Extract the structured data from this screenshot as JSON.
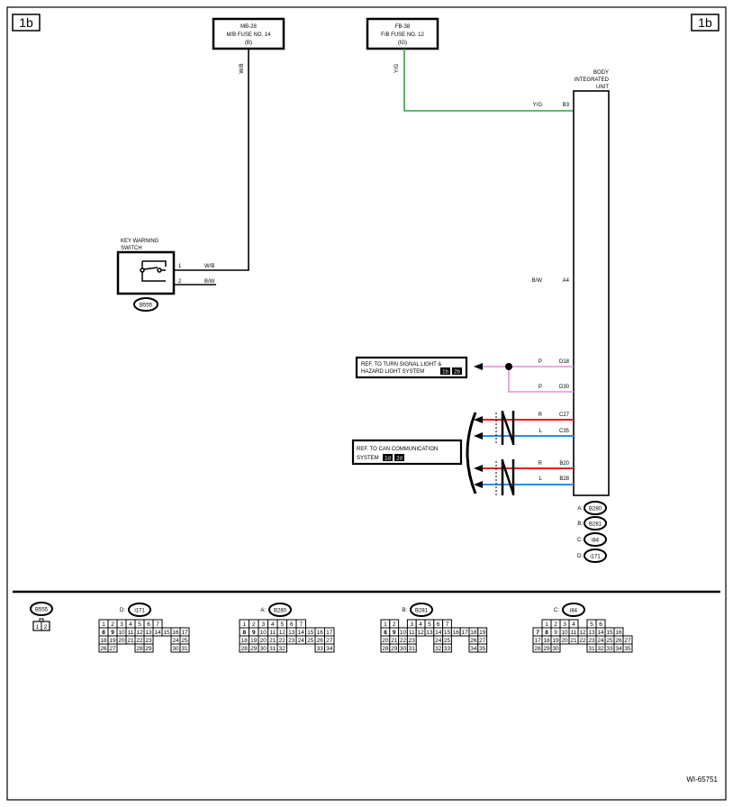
{
  "page": {
    "corner_left": "1b",
    "corner_right": "1b",
    "figure_id": "WI-65751"
  },
  "fuses": {
    "mb": {
      "line1": "MB-28",
      "line2": "M/B FUSE NO. 14",
      "line3": "(B)",
      "wire": "W/B"
    },
    "fb": {
      "line1": "FB-38",
      "line2": "F/B FUSE NO. 12",
      "line3": "(IG)",
      "wire": "Y/G"
    }
  },
  "key_switch": {
    "title_line1": "KEY WARNING",
    "title_line2": "SWITCH",
    "connector": "B555",
    "pin1": "1",
    "pin2": "2",
    "wire1": "W/B",
    "wire2": "B/W"
  },
  "biu": {
    "title_line1": "BODY",
    "title_line2": "INTEGRATED",
    "title_line3": "UNIT",
    "terminals": [
      {
        "wire": "Y/G",
        "pin": "B3"
      },
      {
        "wire": "B/W",
        "pin": "A4"
      },
      {
        "wire": "P",
        "pin": "D18"
      },
      {
        "wire": "P",
        "pin": "D30"
      },
      {
        "wire": "R",
        "pin": "C27"
      },
      {
        "wire": "L",
        "pin": "C35"
      },
      {
        "wire": "R",
        "pin": "B20"
      },
      {
        "wire": "L",
        "pin": "B28"
      }
    ],
    "connectors": [
      {
        "letter": "A:",
        "name": "B280"
      },
      {
        "letter": "B:",
        "name": "B281"
      },
      {
        "letter": "C:",
        "name": "i84"
      },
      {
        "letter": "D:",
        "name": "i171"
      }
    ]
  },
  "refs": {
    "turn_line1": "REF. TO TURN SIGNAL LIGHT &",
    "turn_line2": "HAZARD LIGHT SYSTEM",
    "turn_tag1": "1b",
    "turn_tag2": "2b",
    "can_line1": "REF. TO CAN COMMUNICATION",
    "can_line2": "SYSTEM",
    "can_tag1": "1d",
    "can_tag2": "2d"
  },
  "wire_colors": {
    "green": "#22a838",
    "pink": "#f08ad8",
    "red": "#e02020",
    "blue": "#2a8ee0",
    "black": "#000000"
  },
  "connector_views": {
    "b555": {
      "name": "B555",
      "pins": [
        "1",
        "2"
      ]
    },
    "i171": {
      "letter": "D:",
      "name": "i171",
      "rows": [
        [
          "1",
          "2",
          "3",
          "4",
          "5",
          "6",
          "7"
        ],
        [
          "8",
          "9",
          "10",
          "11",
          "12",
          "13",
          "14",
          "15",
          "16",
          "17"
        ],
        [
          "18",
          "19",
          "20",
          "21",
          "22",
          "23",
          "",
          "",
          "24",
          "25"
        ],
        [
          "26",
          "27",
          "",
          "",
          "28",
          "29",
          "",
          "",
          "30",
          "31"
        ]
      ]
    },
    "b280": {
      "letter": "A:",
      "name": "B280",
      "rows": [
        [
          "1",
          "2",
          "3",
          "4",
          "5",
          "6",
          "7"
        ],
        [
          "8",
          "9",
          "10",
          "11",
          "12",
          "13",
          "14",
          "15",
          "16",
          "17"
        ],
        [
          "18",
          "19",
          "20",
          "21",
          "22",
          "23",
          "24",
          "25",
          "26",
          "27"
        ],
        [
          "28",
          "29",
          "30",
          "31",
          "32",
          "",
          "",
          "",
          "33",
          "34"
        ]
      ]
    },
    "b281": {
      "letter": "B:",
      "name": "B281",
      "rows": [
        [
          "1",
          "2",
          "",
          "3",
          "4",
          "5",
          "6",
          "7"
        ],
        [
          "8",
          "9",
          "10",
          "11",
          "12",
          "13",
          "14",
          "15",
          "16",
          "17",
          "18",
          "19"
        ],
        [
          "20",
          "21",
          "22",
          "23",
          "",
          "",
          "24",
          "25",
          "",
          "",
          "26",
          "27"
        ],
        [
          "28",
          "29",
          "30",
          "31",
          "",
          "",
          "32",
          "33",
          "",
          "",
          "34",
          "35"
        ]
      ]
    },
    "i84": {
      "letter": "C:",
      "name": "i84",
      "rows": [
        [
          "1",
          "2",
          "3",
          "4",
          "",
          "5",
          "6"
        ],
        [
          "7",
          "8",
          "9",
          "10",
          "11",
          "12",
          "13",
          "14",
          "15",
          "16"
        ],
        [
          "17",
          "18",
          "19",
          "20",
          "21",
          "22",
          "23",
          "24",
          "25",
          "26",
          "27"
        ],
        [
          "28",
          "29",
          "30",
          "",
          "",
          "",
          "31",
          "32",
          "33",
          "34",
          "35"
        ]
      ]
    }
  }
}
